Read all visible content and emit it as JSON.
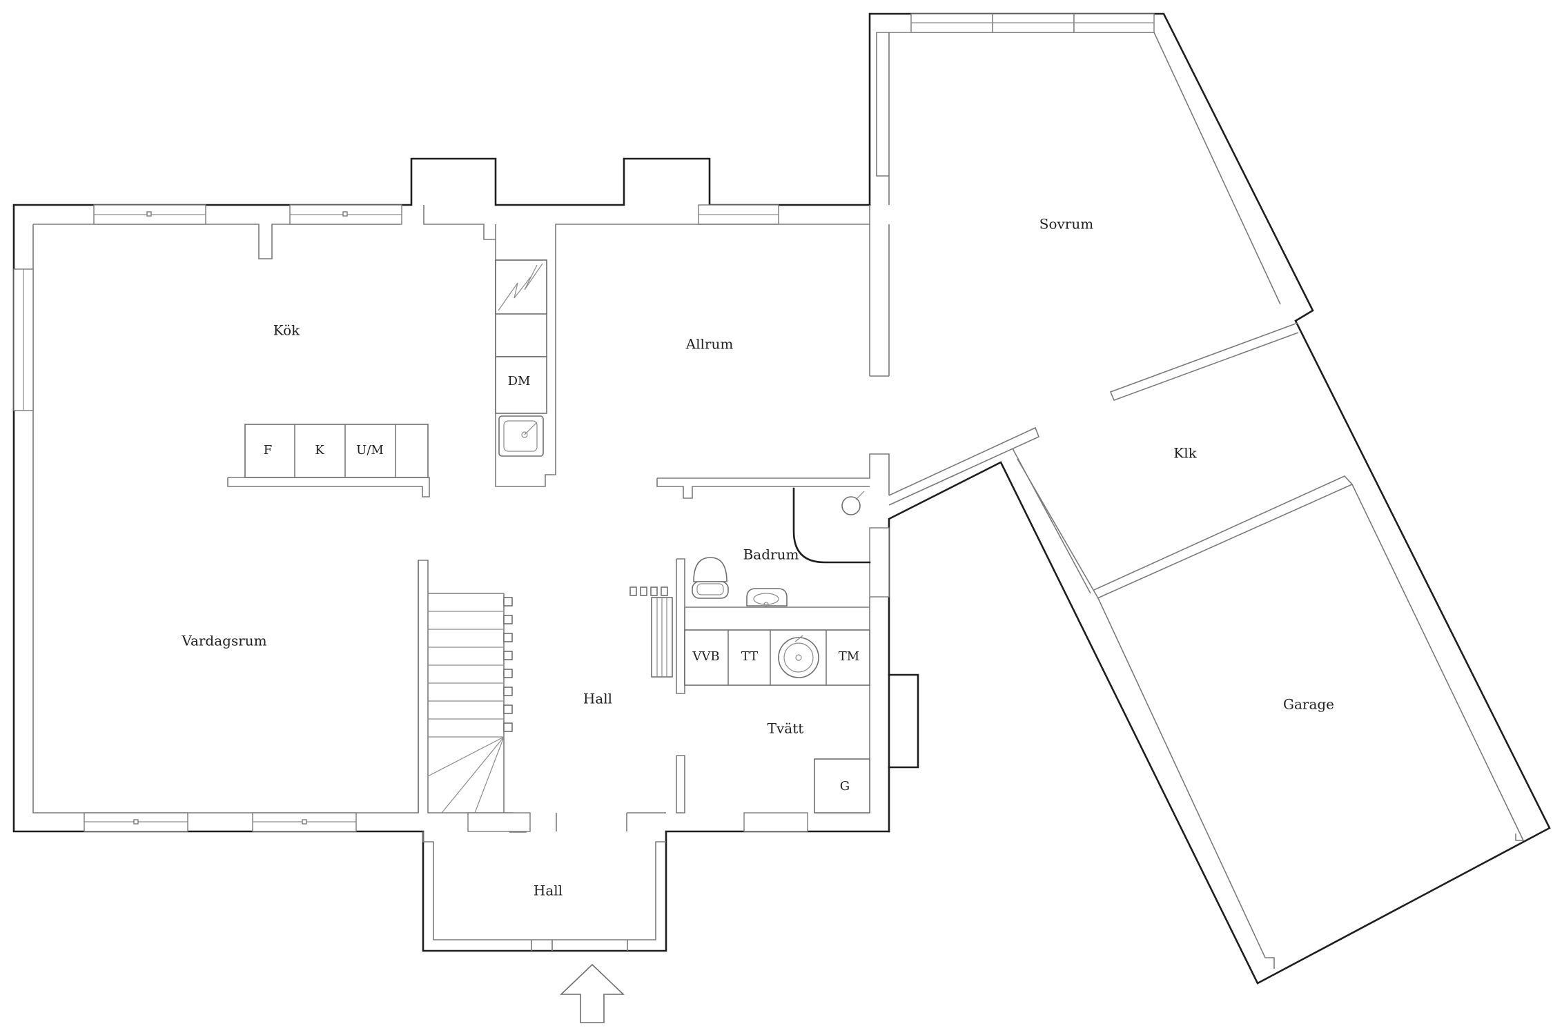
{
  "rooms": {
    "kok": "Kök",
    "allrum": "Allrum",
    "sovrum": "Sovrum",
    "klk": "Klk",
    "vardagsrum": "Vardagsrum",
    "hall": "Hall",
    "badrum": "Badrum",
    "tvatt": "Tvätt",
    "garage": "Garage",
    "hall_entry": "Hall"
  },
  "appliances": {
    "fridge": "F",
    "freezer": "K",
    "oven": "U/M",
    "dishwasher": "DM",
    "water_heater": "VVB",
    "dryer": "TT",
    "washer": "TM",
    "cabinet": "G"
  },
  "icons": {
    "entrance": "entrance-arrow-icon",
    "stove": "stove-icon",
    "sink": "kitchen-sink-icon",
    "toilet": "toilet-icon",
    "washbasin": "washbasin-icon",
    "laundry_sink": "laundry-sink-icon",
    "shower": "shower-icon",
    "radiator": "radiator-icon"
  },
  "colors": {
    "wall": "#1e1e1e",
    "partition": "#7a7a7a",
    "background": "#ffffff"
  }
}
